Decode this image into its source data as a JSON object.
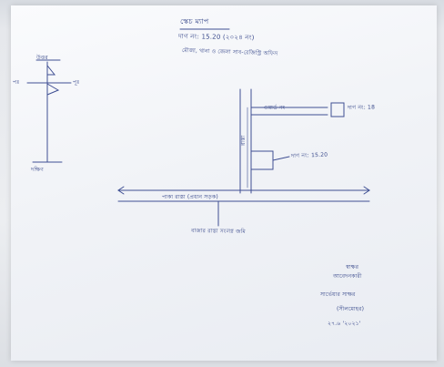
{
  "header": {
    "line1": "স্কেচ ম্যাপ",
    "line2": "দাগ নং: 15.20 (২০২৪ নং)",
    "line3": "মৌজা, থানা ও জেলা সাব-রেজিস্ট্রি অফিস"
  },
  "compass": {
    "north": "উত্তর",
    "south": "দক্ষিণ",
    "west": "পঃ",
    "east": "পূঃ"
  },
  "map": {
    "vertical_road_label": "রাস্তা",
    "label_top": "ওয়ার্ড নং",
    "box_label": "দাগ নং: 18",
    "plot_label": "দাগ নং: 15.20",
    "main_road_label": "পাকা রাস্তা (প্রধান সড়ক)",
    "road_below_label": "বাজার রাস্তা সংলগ্ন জমি"
  },
  "signature": {
    "line1": "স্বাক্ষর",
    "line2": "আবেদনকারী",
    "line3": "সার্ভেয়ার সাক্ষর",
    "line4": "(সীলমোহর)",
    "line5": "২৭.৬ '২০২১'"
  },
  "colors": {
    "ink": "#3a4a8c",
    "paper": "#f1f3f7"
  }
}
